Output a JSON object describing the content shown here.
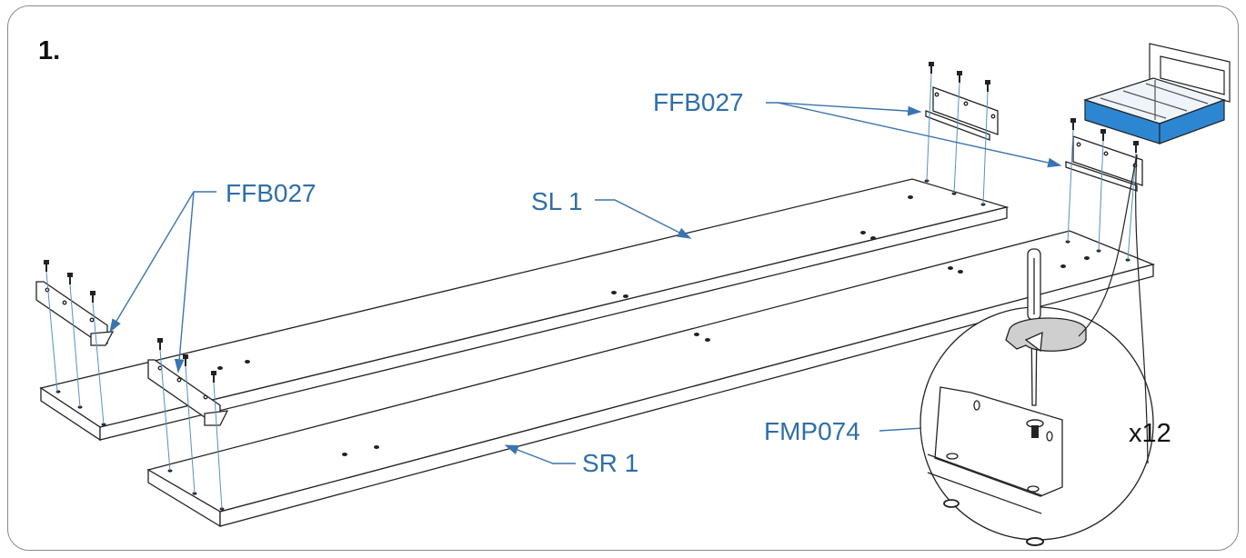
{
  "step_number": "1.",
  "labels": {
    "bracket_left": "FFB027",
    "bracket_right": "FFB027",
    "rail_left": "SL 1",
    "rail_right": "SR 1",
    "screw": "FMP074"
  },
  "quantity": "x12",
  "colors": {
    "label_blue": "#2f6fa8",
    "arrow_blue": "#3a74b0",
    "bed_frame_blue": "#2d86d1",
    "line": "#222222",
    "frame_border": "#8a8a8a"
  },
  "icons": [
    "screwdriver-icon",
    "rotate-arrow-icon",
    "bed-frame-icon"
  ]
}
